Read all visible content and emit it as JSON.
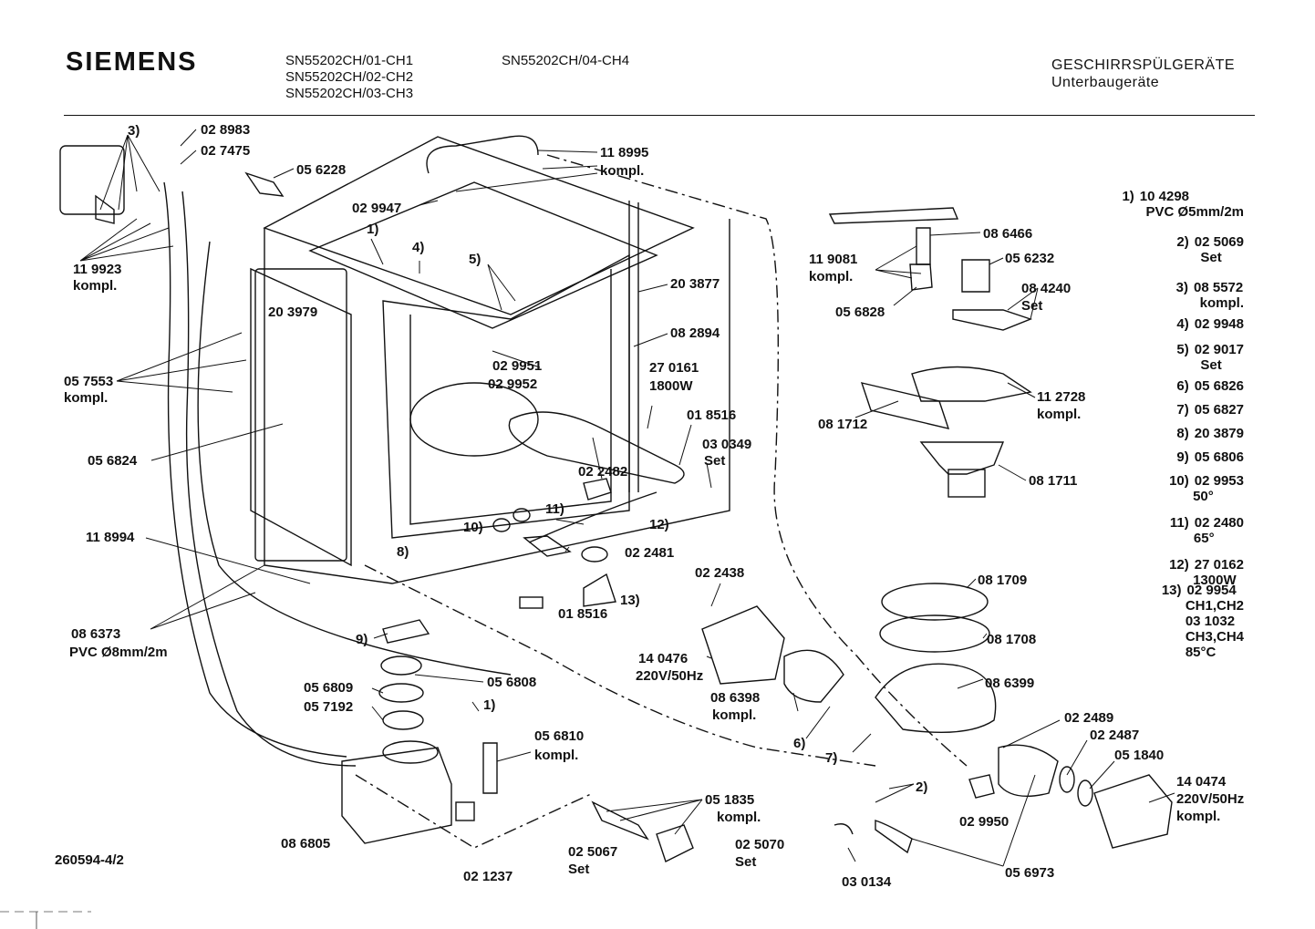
{
  "header": {
    "brand": "SIEMENS",
    "models_col1": [
      "SN55202CH/01-CH1",
      "SN55202CH/02-CH2",
      "SN55202CH/03-CH3"
    ],
    "models_col2": "SN55202CH/04-CH4",
    "category": "GESCHIRRSPÜLGERÄTE",
    "subcategory": "Unterbaugeräte"
  },
  "document_number": "260594-4/2",
  "legend": [
    {
      "n": "1)",
      "lines": [
        "10 4298",
        "PVC Ø5mm/2m"
      ]
    },
    {
      "n": "2)",
      "lines": [
        "02 5069",
        "Set"
      ]
    },
    {
      "n": "3)",
      "lines": [
        "08 5572",
        "kompl."
      ]
    },
    {
      "n": "4)",
      "lines": [
        "02 9948"
      ]
    },
    {
      "n": "5)",
      "lines": [
        "02 9017",
        "Set"
      ]
    },
    {
      "n": "6)",
      "lines": [
        "05 6826"
      ]
    },
    {
      "n": "7)",
      "lines": [
        "05 6827"
      ]
    },
    {
      "n": "8)",
      "lines": [
        "20 3879"
      ]
    },
    {
      "n": "9)",
      "lines": [
        "05 6806"
      ]
    },
    {
      "n": "10)",
      "lines": [
        "02 9953",
        "50°"
      ]
    },
    {
      "n": "11)",
      "lines": [
        "02 2480",
        "65°"
      ]
    },
    {
      "n": "12)",
      "lines": [
        "27 0162",
        "1300W"
      ]
    },
    {
      "n": "13)",
      "lines": [
        "02 9954",
        "CH1,CH2",
        "03 1032",
        "CH3,CH4",
        "85°C"
      ]
    }
  ],
  "part_labels": [
    {
      "id": "3",
      "text": "3)"
    },
    {
      "id": "028983",
      "text": "02 8983"
    },
    {
      "id": "027475",
      "text": "02 7475"
    },
    {
      "id": "056228",
      "text": "05 6228"
    },
    {
      "id": "119923",
      "text": "11 9923"
    },
    {
      "id": "119923k",
      "text": "kompl."
    },
    {
      "id": "118995",
      "text": "11 8995"
    },
    {
      "id": "118995k",
      "text": "kompl."
    },
    {
      "id": "029947",
      "text": "02 9947"
    },
    {
      "id": "1a",
      "text": "1)"
    },
    {
      "id": "4",
      "text": "4)"
    },
    {
      "id": "5",
      "text": "5)"
    },
    {
      "id": "203877",
      "text": "20 3877"
    },
    {
      "id": "203979",
      "text": "20 3979"
    },
    {
      "id": "082894",
      "text": "08 2894"
    },
    {
      "id": "029951",
      "text": "02 9951"
    },
    {
      "id": "029952",
      "text": "02 9952"
    },
    {
      "id": "270161",
      "text": "27 0161"
    },
    {
      "id": "1800w",
      "text": "1800W"
    },
    {
      "id": "057553",
      "text": "05 7553"
    },
    {
      "id": "057553k",
      "text": "kompl."
    },
    {
      "id": "018516a",
      "text": "01 8516"
    },
    {
      "id": "030349",
      "text": "03 0349"
    },
    {
      "id": "030349s",
      "text": "Set"
    },
    {
      "id": "056824",
      "text": "05 6824"
    },
    {
      "id": "022482",
      "text": "02 2482"
    },
    {
      "id": "11",
      "text": "11)"
    },
    {
      "id": "10",
      "text": "10)"
    },
    {
      "id": "12",
      "text": "12)"
    },
    {
      "id": "118994",
      "text": "11 8994"
    },
    {
      "id": "8",
      "text": "8)"
    },
    {
      "id": "022481",
      "text": "02 2481"
    },
    {
      "id": "022438",
      "text": "02 2438"
    },
    {
      "id": "13",
      "text": "13)"
    },
    {
      "id": "018516b",
      "text": "01 8516"
    },
    {
      "id": "086373",
      "text": "08 6373"
    },
    {
      "id": "086373p",
      "text": "PVC Ø8mm/2m"
    },
    {
      "id": "9",
      "text": "9)"
    },
    {
      "id": "056808",
      "text": "05 6808"
    },
    {
      "id": "056809",
      "text": "05 6809"
    },
    {
      "id": "057192",
      "text": "05 7192"
    },
    {
      "id": "1b",
      "text": "1)"
    },
    {
      "id": "056810",
      "text": "05 6810"
    },
    {
      "id": "056810k",
      "text": "kompl."
    },
    {
      "id": "140476",
      "text": "14 0476"
    },
    {
      "id": "140476v",
      "text": "220V/50Hz"
    },
    {
      "id": "086398",
      "text": "08 6398"
    },
    {
      "id": "086398k",
      "text": "kompl."
    },
    {
      "id": "6",
      "text": "6)"
    },
    {
      "id": "7",
      "text": "7)"
    },
    {
      "id": "086805",
      "text": "08 6805"
    },
    {
      "id": "021237",
      "text": "02 1237"
    },
    {
      "id": "051835",
      "text": "05 1835"
    },
    {
      "id": "051835k",
      "text": "kompl."
    },
    {
      "id": "025067",
      "text": "02 5067"
    },
    {
      "id": "025067s",
      "text": "Set"
    },
    {
      "id": "025070",
      "text": "02 5070"
    },
    {
      "id": "025070s",
      "text": "Set"
    },
    {
      "id": "2",
      "text": "2)"
    },
    {
      "id": "030134",
      "text": "03 0134"
    },
    {
      "id": "056973",
      "text": "05 6973"
    },
    {
      "id": "029950",
      "text": "02 9950"
    },
    {
      "id": "022489",
      "text": "02 2489"
    },
    {
      "id": "022487",
      "text": "02 2487"
    },
    {
      "id": "051840",
      "text": "05 1840"
    },
    {
      "id": "140474",
      "text": "14 0474"
    },
    {
      "id": "140474v",
      "text": "220V/50Hz"
    },
    {
      "id": "140474k",
      "text": "kompl."
    },
    {
      "id": "119081",
      "text": "11 9081"
    },
    {
      "id": "119081k",
      "text": "kompl."
    },
    {
      "id": "086466",
      "text": "08 6466"
    },
    {
      "id": "056232",
      "text": "05 6232"
    },
    {
      "id": "084240",
      "text": "08 4240"
    },
    {
      "id": "084240s",
      "text": "Set"
    },
    {
      "id": "056828",
      "text": "05 6828"
    },
    {
      "id": "112728",
      "text": "11 2728"
    },
    {
      "id": "112728k",
      "text": "kompl."
    },
    {
      "id": "081712",
      "text": "08 1712"
    },
    {
      "id": "081711",
      "text": "08 1711"
    },
    {
      "id": "081709",
      "text": "08 1709"
    },
    {
      "id": "081708",
      "text": "08 1708"
    },
    {
      "id": "086399",
      "text": "08 6399"
    }
  ]
}
